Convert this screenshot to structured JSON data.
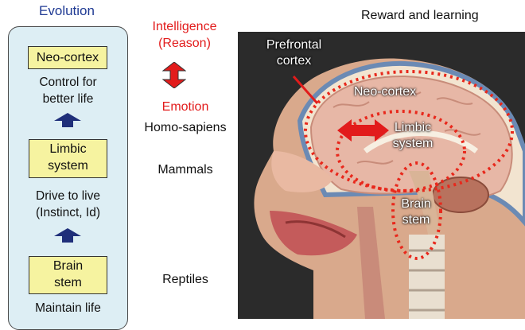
{
  "evolution": {
    "title": "Evolution",
    "stages": [
      {
        "box_lines": [
          "Neo-cortex"
        ],
        "desc_lines": [
          "Control for",
          "better life"
        ]
      },
      {
        "box_lines": [
          "Limbic",
          "system"
        ],
        "desc_lines": [
          "Drive to live",
          "(Instinct, Id)"
        ]
      },
      {
        "box_lines": [
          "Brain",
          "stem"
        ],
        "desc_lines": [
          "Maintain life"
        ]
      }
    ]
  },
  "middle": {
    "intelligence_lines": [
      "Intelligence",
      "(Reason)"
    ],
    "emotion": "Emotion",
    "species": [
      "Homo-sapiens",
      "Mammals",
      "Reptiles"
    ]
  },
  "brain_image": {
    "title": "Reward and learning",
    "labels": {
      "prefrontal_lines": [
        "Prefrontal",
        "cortex"
      ],
      "neocortex": "Neo-cortex",
      "limbic_lines": [
        "Limbic",
        "system"
      ],
      "brainstem_lines": [
        "Brain",
        "stem"
      ]
    }
  },
  "colors": {
    "panel_bg": "#ddeef4",
    "stage_box": "#f6f3a0",
    "title_blue": "#1f3a93",
    "up_arrow": "#1f2f7a",
    "emphasis_red": "#e21b1b",
    "dotted_outline": "#e8281c"
  }
}
